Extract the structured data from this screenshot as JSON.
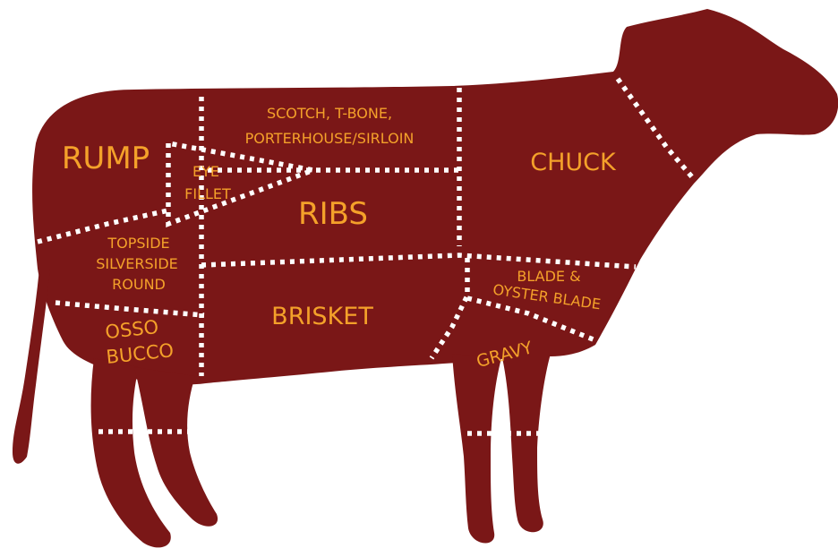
{
  "colors": {
    "body": "#7a1717",
    "label": "#f4a12a",
    "line": "#ffffff",
    "background": "#ffffff"
  },
  "cuts": {
    "rump": "RUMP",
    "scotch": [
      "SCOTCH, T-BONE,",
      "PORTERHOUSE/SIRLOIN"
    ],
    "chuck": "CHUCK",
    "eye_fillet": [
      "EYE",
      "FILLET"
    ],
    "ribs": "RIBS",
    "topside": [
      "TOPSIDE",
      "SILVERSIDE",
      "ROUND"
    ],
    "blade": [
      "BLADE &",
      "OYSTER BLADE"
    ],
    "brisket": "BRISKET",
    "osso_bucco": [
      "OSSO",
      "BUCCO"
    ],
    "gravy": "GRAVY"
  }
}
